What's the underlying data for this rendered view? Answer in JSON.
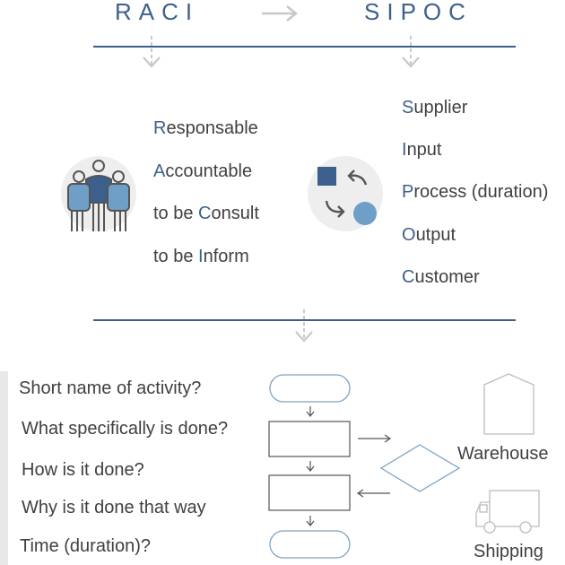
{
  "header": {
    "raci_title": "RACI",
    "sipoc_title": "SIPOC"
  },
  "raci": {
    "items": [
      {
        "prefix": "",
        "initial": "R",
        "rest": "esponsable"
      },
      {
        "prefix": "",
        "initial": "A",
        "rest": "ccountable"
      },
      {
        "prefix": "to be ",
        "initial": "C",
        "rest": "onsult"
      },
      {
        "prefix": "to be ",
        "initial": "I",
        "rest": "nform"
      }
    ]
  },
  "sipoc": {
    "items": [
      {
        "initial": "S",
        "rest": "upplier"
      },
      {
        "initial": "I",
        "rest": "nput"
      },
      {
        "initial": "P",
        "rest": "rocess (duration)"
      },
      {
        "initial": "O",
        "rest": "utput"
      },
      {
        "initial": "C",
        "rest": "ustomer"
      }
    ]
  },
  "questions": [
    "Short name of activity?",
    "What specifically is done?",
    "How is it done?",
    "Why is it done that way",
    "Time (duration)?"
  ],
  "labels": {
    "warehouse": "Warehouse",
    "shipping": "Shipping"
  },
  "colors": {
    "accent": "#3d5f8c",
    "light_blue": "#6f9fc7",
    "rule": "#3b5f8f",
    "outline": "#7fa3c4",
    "gray_icon": "#bdbdbd"
  },
  "icons": {
    "team": "team-people-icon",
    "exchange": "exchange-cycle-icon",
    "warehouse": "warehouse-house-icon",
    "truck": "delivery-truck-icon"
  }
}
